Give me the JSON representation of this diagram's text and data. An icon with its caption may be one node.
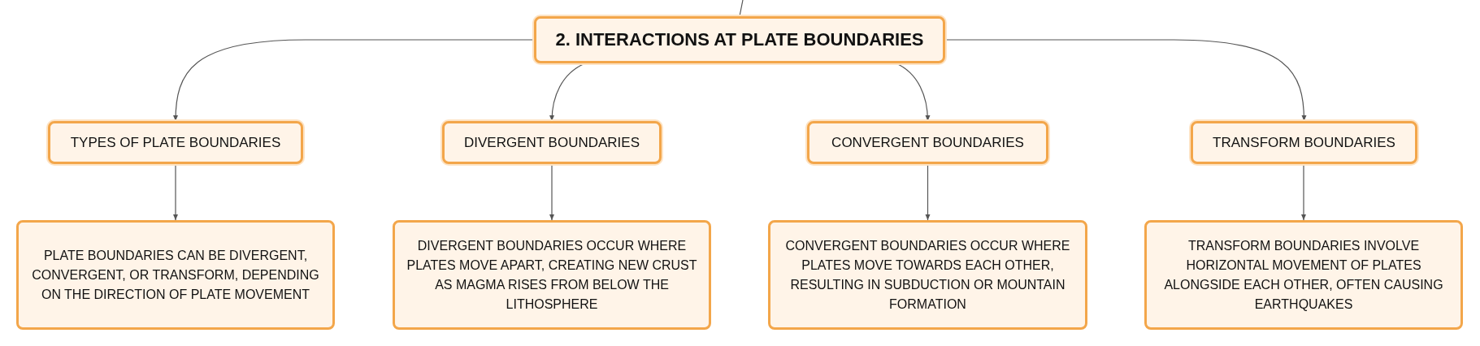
{
  "diagram": {
    "nodes": [
      {
        "text": [
          "2. INTERACTIONS AT PLATE BOUNDARIES"
        ]
      },
      {
        "text": [
          "TYPES OF PLATE BOUNDARIES"
        ]
      },
      {
        "text": [
          "DIVERGENT BOUNDARIES"
        ]
      },
      {
        "text": [
          "CONVERGENT BOUNDARIES"
        ]
      },
      {
        "text": [
          "TRANSFORM BOUNDARIES"
        ]
      },
      {
        "text": [
          "PLATE BOUNDARIES CAN BE DIVERGENT, CONVERGENT, OR TRANSFORM, DEPENDING ON THE DIRECTION OF PLATE MOVEMENT"
        ]
      },
      {
        "text": [
          "DIVERGENT BOUNDARIES OCCUR WHERE PLATES MOVE APART, CREATING NEW CRUST AS MAGMA RISES FROM BELOW THE LITHOSPHERE"
        ]
      },
      {
        "text": [
          "CONVERGENT BOUNDARIES OCCUR WHERE PLATES MOVE TOWARDS EACH OTHER, RESULTING IN SUBDUCTION OR MOUNTAIN FORMATION"
        ]
      },
      {
        "text": [
          "TRANSFORM BOUNDARIES INVOLVE HORIZONTAL MOVEMENT OF PLATES ALONGSIDE EACH OTHER, OFTEN CAUSING EARTHQUAKES"
        ]
      }
    ],
    "edges": [
      {
        "from": null,
        "to": 0,
        "arrow": "none"
      },
      {
        "from": 0,
        "to": 1,
        "arrow": "to"
      },
      {
        "from": 0,
        "to": 2,
        "arrow": "to"
      },
      {
        "from": 0,
        "to": 3,
        "arrow": "to"
      },
      {
        "from": 0,
        "to": 4,
        "arrow": "to"
      },
      {
        "from": 1,
        "to": 5,
        "arrow": "to"
      },
      {
        "from": 2,
        "to": 6,
        "arrow": "to"
      },
      {
        "from": 3,
        "to": 7,
        "arrow": "to"
      },
      {
        "from": 4,
        "to": 8,
        "arrow": "to"
      }
    ]
  }
}
